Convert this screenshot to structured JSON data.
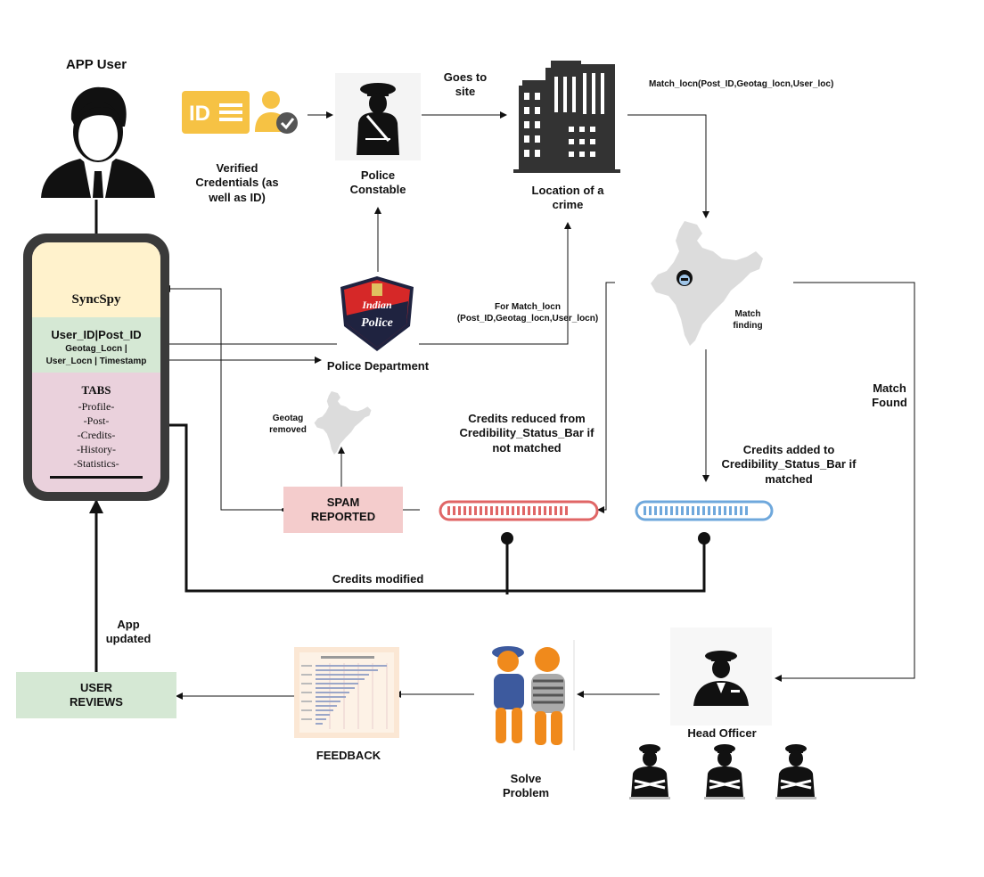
{
  "labels": {
    "app_user": "APP User",
    "verified_credentials": "Verified Credentials (as well as ID)",
    "police_constable": "Police Constable",
    "goes_to_site": "Goes to site",
    "location_of_crime": "Location of a crime",
    "match_locn": "Match_locn(Post_ID,Geotag_locn,User_loc)",
    "for_match_locn": "For Match_locn (Post_ID,Geotag_locn,User_locn)",
    "police_department": "Police Department",
    "match_finding": "Match finding",
    "match_found": "Match Found",
    "geotag_removed": "Geotag removed",
    "credits_reduced": "Credits reduced from Credibility_Status_Bar if not matched",
    "credits_added": "Credits added to Credibility_Status_Bar if matched",
    "credits_modified": "Credits modified",
    "app_updated": "App updated",
    "feedback": "FEEDBACK",
    "solve_problem": "Solve Problem",
    "head_officer": "Head Officer"
  },
  "boxes": {
    "spam_reported": "SPAM REPORTED",
    "user_reviews": "USER REVIEWS"
  },
  "phone": {
    "app_name": "SyncSpy",
    "meta_title": "User_ID|Post_ID",
    "meta_line1": "Geotag_Locn |",
    "meta_line2": "User_Locn | Timestamp",
    "tabs_title": "TABS",
    "tabs": [
      "-Profile-",
      "-Post-",
      "-Credits-",
      "-History-",
      "-Statistics-"
    ]
  },
  "badge": {
    "line1": "Indian",
    "line2": "Police"
  },
  "colors": {
    "spam_box": "#f4cccc",
    "user_reviews_box": "#d5e8d4",
    "bar_red": "#e06666",
    "bar_blue": "#6fa8dc",
    "id_card": "#f6c244",
    "phone_frame": "#3a3a3a"
  },
  "icons": [
    "user-avatar-icon",
    "id-card-icon",
    "verified-user-icon",
    "police-constable-icon",
    "buildings-icon",
    "india-map-icon",
    "police-badge-icon",
    "head-officer-icon",
    "officer-icon",
    "police-arrest-icon",
    "feedback-chart-icon"
  ]
}
